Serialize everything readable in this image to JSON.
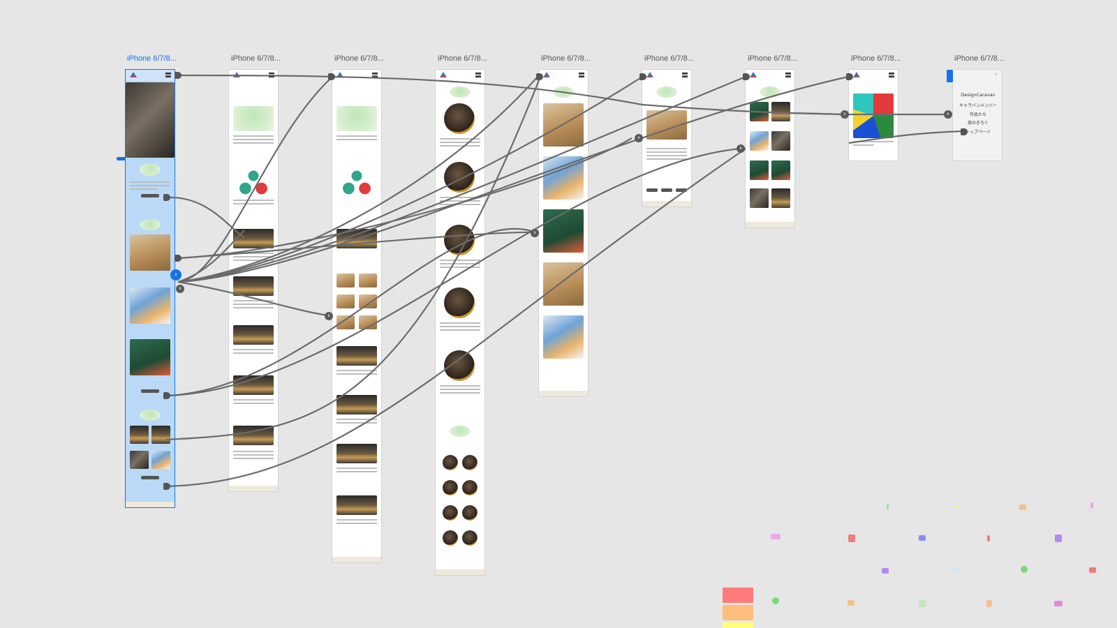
{
  "artboards": [
    {
      "label": "iPhone 6/7/8...",
      "selected": true
    },
    {
      "label": "iPhone 6/7/8...",
      "selected": false
    },
    {
      "label": "iPhone 6/7/8...",
      "selected": false
    },
    {
      "label": "iPhone 6/7/8...",
      "selected": false
    },
    {
      "label": "iPhone 6/7/8...",
      "selected": false
    },
    {
      "label": "iPhone 6/7/8...",
      "selected": false
    },
    {
      "label": "iPhone 6/7/8...",
      "selected": false
    },
    {
      "label": "iPhone 6/7/8...",
      "selected": false
    },
    {
      "label": "iPhone 6/7/8...",
      "selected": false
    }
  ],
  "menu_board": {
    "title": "DesignCaravan",
    "items": [
      "キャラバンメンバー",
      "作品たち",
      "旅のきろく",
      "トップページ"
    ]
  },
  "colors": {
    "canvas": "#e6e6e6",
    "selection": "#1473e6",
    "wire": "#6b6b6b",
    "swatches": [
      "#ff7b7b",
      "#ffbe7b",
      "#ffff7b"
    ]
  },
  "icons": [
    "arrow-right-icon",
    "arrow-left-icon",
    "hamburger-menu-icon",
    "logo-icon"
  ]
}
